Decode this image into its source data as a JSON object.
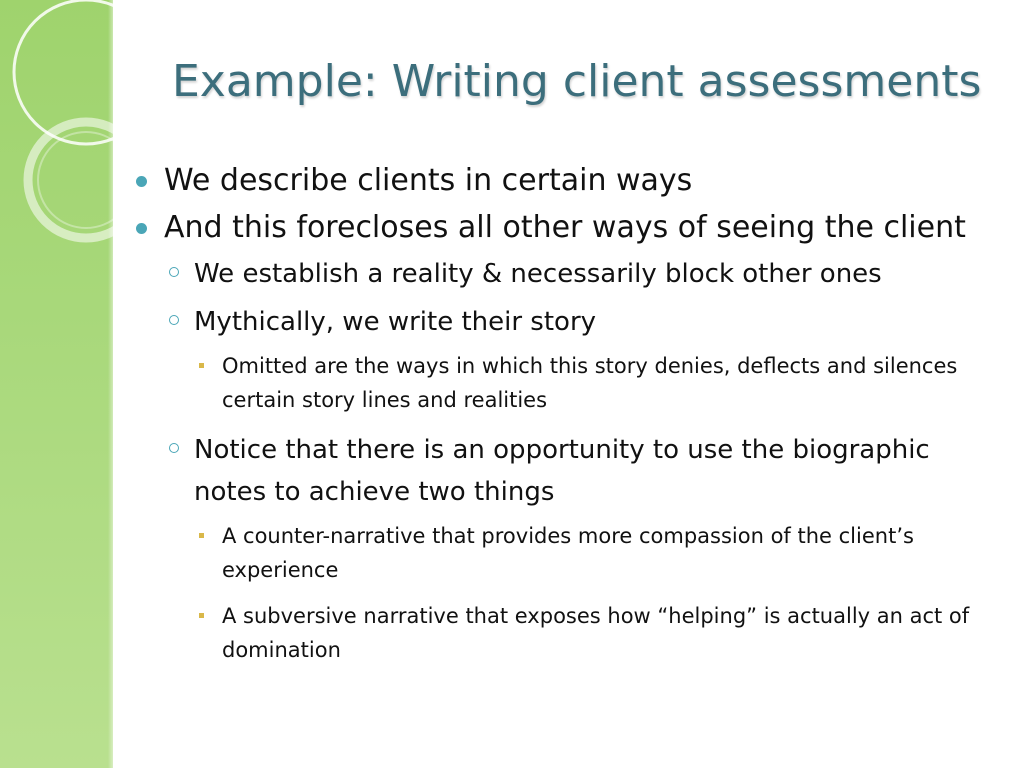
{
  "slide": {
    "title": "Example: Writing client assessments",
    "bullets": [
      {
        "level": 1,
        "text": "We describe clients in certain ways"
      },
      {
        "level": 1,
        "text": "And this forecloses all other ways of seeing the client"
      },
      {
        "level": 2,
        "text": "We establish a reality & necessarily block other ones"
      },
      {
        "level": 2,
        "text": "Mythically, we write their story"
      },
      {
        "level": 3,
        "text": "Omitted are the ways in which this story denies, deflects and silences certain story lines and realities"
      },
      {
        "level": 2,
        "text": "Notice that there is an opportunity to use the biographic notes to achieve two things"
      },
      {
        "level": 3,
        "text": "A counter-narrative that provides more compassion of the client’s experience"
      },
      {
        "level": 3,
        "text": "A subversive narrative that exposes how “helping” is actually an act of domination"
      }
    ]
  },
  "theme": {
    "accent": "#4aa6b7",
    "title_color": "#3c6e7c",
    "band_color": "#a8d87a",
    "level3_bullet_color": "#d9b84a"
  }
}
